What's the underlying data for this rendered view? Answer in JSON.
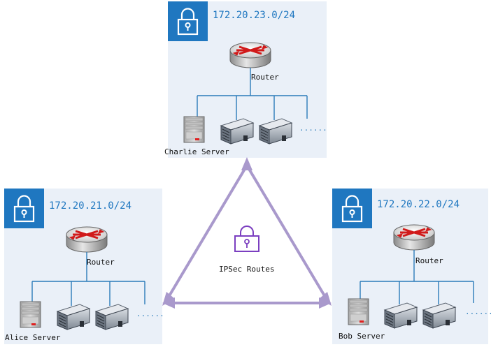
{
  "sites": {
    "charlie": {
      "subnet": "172.20.23.0/24",
      "router_label": "Router",
      "server_label": "Charlie Server",
      "more_label": "......"
    },
    "alice": {
      "subnet": "172.20.21.0/24",
      "router_label": "Router",
      "server_label": "Alice Server",
      "more_label": "......"
    },
    "bob": {
      "subnet": "172.20.22.0/24",
      "router_label": "Router",
      "server_label": "Bob Server",
      "more_label": "......"
    }
  },
  "ipsec": {
    "label": "IPSec Routes"
  },
  "colors": {
    "panel_bg": "#eaf0f8",
    "badge_blue": "#1f77c0",
    "link_line": "#2b7bb9",
    "vpn_arrow": "#a999cc",
    "vpn_icon": "#7b3fc0"
  },
  "icons": {
    "badge": "lock-icon",
    "router": "router-icon",
    "server": "tower-server-icon",
    "rack": "rack-server-icon",
    "vpn": "vpn-lock-icon"
  }
}
